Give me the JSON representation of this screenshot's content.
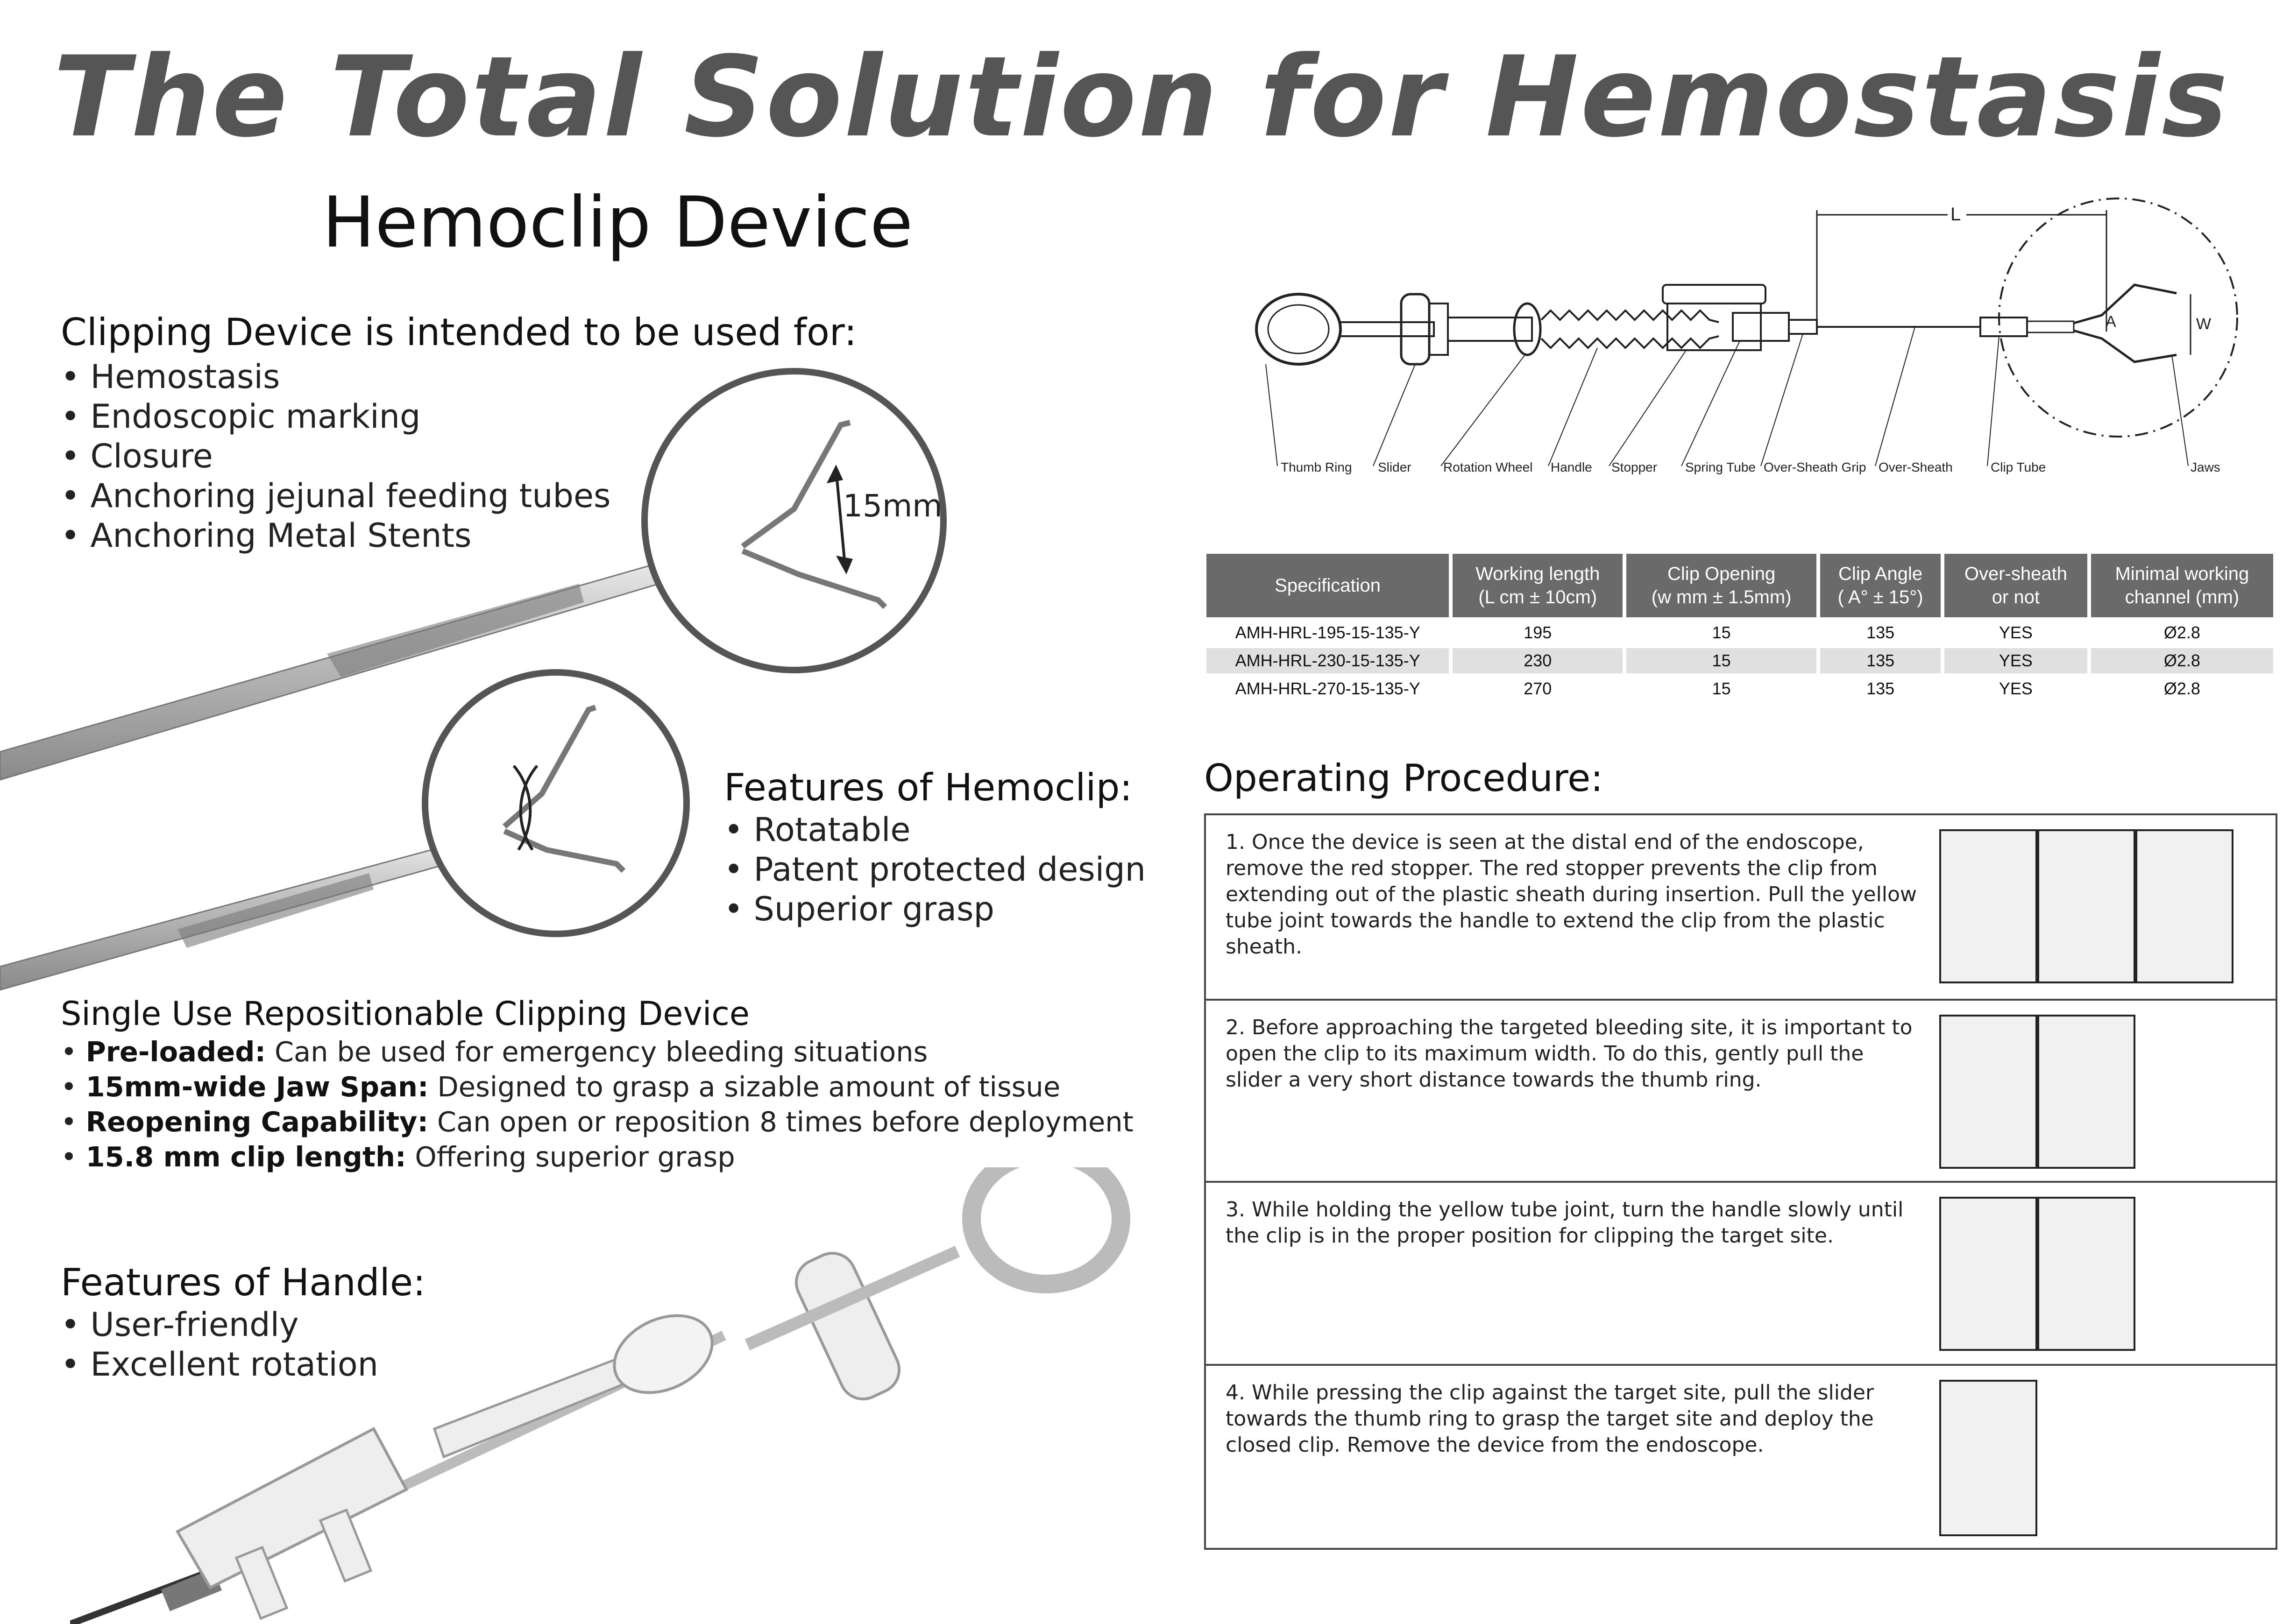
{
  "header": {
    "title": "The Total Solution for Hemostasis",
    "subtitle": "Hemoclip Device"
  },
  "intended_use": {
    "heading": "Clipping Device is intended to be used for:",
    "items": [
      "Hemostasis",
      "Endoscopic marking",
      "Closure",
      "Anchoring jejunal feeding tubes",
      "Anchoring Metal Stents"
    ]
  },
  "zoom1": {
    "label": "15mm"
  },
  "hemoclip_features": {
    "heading": "Features of Hemoclip:",
    "items": [
      "Rotatable",
      "Patent protected design",
      "Superior grasp"
    ]
  },
  "single_use": {
    "heading": "Single Use Repositionable Clipping Device",
    "items": [
      {
        "bold": "Pre-loaded:",
        "text": " Can be used for emergency bleeding situations"
      },
      {
        "bold": "15mm-wide Jaw Span:",
        "text": " Designed to grasp a sizable amount of tissue"
      },
      {
        "bold": "Reopening Capability:",
        "text": " Can open or reposition 8 times before deployment"
      },
      {
        "bold": "15.8 mm clip length:",
        "text": " Offering superior grasp"
      }
    ]
  },
  "handle_features": {
    "heading": "Features of Handle:",
    "items": [
      "User-friendly",
      "Excellent rotation"
    ]
  },
  "diagram": {
    "dim_L": "L",
    "dim_A": "A",
    "dim_W": "W",
    "labels": [
      "Thumb Ring",
      "Slider",
      "Rotation Wheel",
      "Handle",
      "Stopper",
      "Spring Tube",
      "Over-Sheath Grip",
      "Over-Sheath",
      "Clip Tube",
      "Jaws"
    ]
  },
  "spec_table": {
    "headers": [
      [
        "Specification"
      ],
      [
        "Working length",
        "(L cm ± 10cm)"
      ],
      [
        "Clip Opening",
        "(w mm ± 1.5mm)"
      ],
      [
        "Clip Angle",
        "( A° ± 15°)"
      ],
      [
        "Over-sheath",
        "or not"
      ],
      [
        "Minimal working",
        "channel (mm)"
      ]
    ],
    "rows": [
      [
        "AMH-HRL-195-15-135-Y",
        "195",
        "15",
        "135",
        "YES",
        "Ø2.8"
      ],
      [
        "AMH-HRL-230-15-135-Y",
        "230",
        "15",
        "135",
        "YES",
        "Ø2.8"
      ],
      [
        "AMH-HRL-270-15-135-Y",
        "270",
        "15",
        "135",
        "YES",
        "Ø2.8"
      ]
    ]
  },
  "procedure": {
    "heading": "Operating Procedure:",
    "steps": [
      {
        "text": "1. Once the device is seen at the distal end of the endoscope, remove the red stopper. The red stopper prevents the clip from extending out of the plastic sheath during insertion. Pull the yellow tube joint towards the handle to extend the clip from the plastic sheath.",
        "photos": 3
      },
      {
        "text": "2. Before approaching the targeted bleeding site, it is important to open the clip to its maximum width. To do this, gently pull the slider a very short distance towards the thumb ring.",
        "photos": 2
      },
      {
        "text": "3. While holding the yellow tube joint, turn the handle slowly until the clip is in the proper position for clipping the target site.",
        "photos": 2
      },
      {
        "text": "4. While pressing the clip against the target site, pull the slider towards the thumb ring to grasp the target site and deploy the closed clip. Remove the device from the endoscope.",
        "photos": 1
      }
    ]
  }
}
